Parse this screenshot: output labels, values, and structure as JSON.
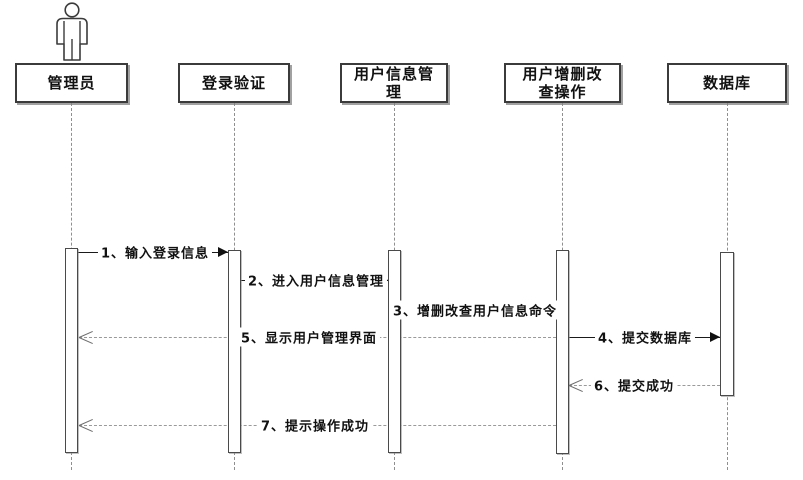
{
  "diagram": {
    "kind": "uml-sequence-diagram",
    "background_color": "#ffffff",
    "line_color": "#1a1a1a",
    "return_line_color": "#9a9a9a",
    "lifeline_color": "#8f8f8f"
  },
  "lifelines": [
    {
      "label": "管理员",
      "type": "actor"
    },
    {
      "label": "登录验证",
      "type": "object"
    },
    {
      "label": "用户信息管\n理",
      "type": "object"
    },
    {
      "label": "用户增删改\n查操作",
      "type": "object"
    },
    {
      "label": "数据库",
      "type": "object"
    }
  ],
  "messages": [
    {
      "seq": 1,
      "label": "1、输入登录信息",
      "from": "管理员",
      "to": "登录验证",
      "line": "solid",
      "arrow": "filled"
    },
    {
      "seq": 2,
      "label": "2、进入用户信息管理",
      "from": "登录验证",
      "to": "用户信息管理",
      "line": "solid",
      "arrow": "filled"
    },
    {
      "seq": 3,
      "label": "3、增删改查用户信息命令",
      "from": "用户信息管理",
      "to": "用户增删改查操作",
      "line": "solid",
      "arrow": "filled"
    },
    {
      "seq": 4,
      "label": "4、提交数据库",
      "from": "用户增删改查操作",
      "to": "数据库",
      "line": "solid",
      "arrow": "filled"
    },
    {
      "seq": 5,
      "label": "5、显示用户管理界面",
      "from": "用户增删改查操作",
      "to": "管理员",
      "line": "dashed",
      "arrow": "open"
    },
    {
      "seq": 6,
      "label": "6、提交成功",
      "from": "数据库",
      "to": "用户增删改查操作",
      "line": "dashed",
      "arrow": "open"
    },
    {
      "seq": 7,
      "label": "7、提示操作成功",
      "from": "用户增删改查操作",
      "to": "管理员",
      "line": "dashed",
      "arrow": "open"
    }
  ],
  "icons": {
    "actor": "person-icon"
  }
}
